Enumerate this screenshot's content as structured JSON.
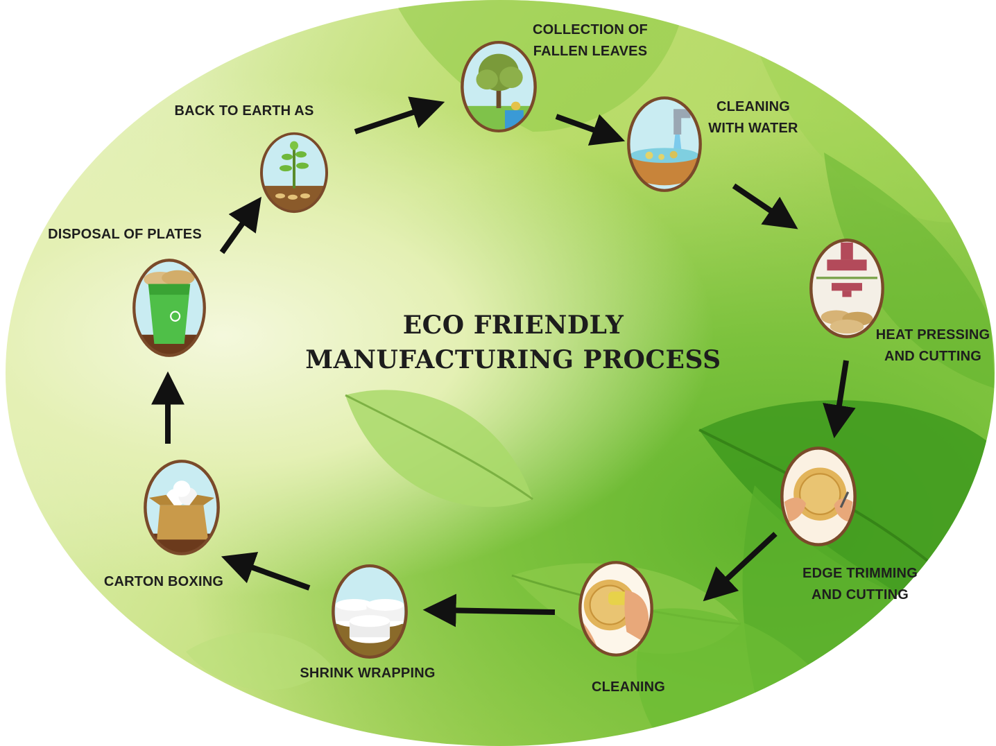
{
  "title": {
    "line1": "ECO FRIENDLY",
    "line2": "MANUFACTURING PROCESS"
  },
  "steps": [
    {
      "line1": "COLLECTION OF",
      "line2": "FALLEN LEAVES",
      "icon": "tree-icon"
    },
    {
      "line1": "CLEANING",
      "line2": "WITH WATER",
      "icon": "water-bowl-icon"
    },
    {
      "line1": "HEAT PRESSING",
      "line2": "AND CUTTING",
      "icon": "heat-press-icon"
    },
    {
      "line1": "EDGE TRIMMING",
      "line2": "AND CUTTING",
      "icon": "edge-trimming-icon"
    },
    {
      "line1": "CLEANING",
      "line2": "",
      "icon": "plate-cleaning-icon"
    },
    {
      "line1": "SHRINK WRAPPING",
      "line2": "",
      "icon": "shrink-wrap-icon"
    },
    {
      "line1": "CARTON BOXING",
      "line2": "",
      "icon": "carton-box-icon"
    },
    {
      "line1": "DISPOSAL OF PLATES",
      "line2": "",
      "icon": "recycle-bin-icon"
    },
    {
      "line1": "BACK TO EARTH AS",
      "line2": "",
      "icon": "sapling-icon"
    }
  ],
  "colors": {
    "arrow": "#111111",
    "text": "#1e1e1e",
    "leaf_light": "#cfe690",
    "leaf_dark": "#5fb32c",
    "icon_ring": "#7a4a2a",
    "sky": "#c9ecf2",
    "soil": "#6b3a1c"
  }
}
